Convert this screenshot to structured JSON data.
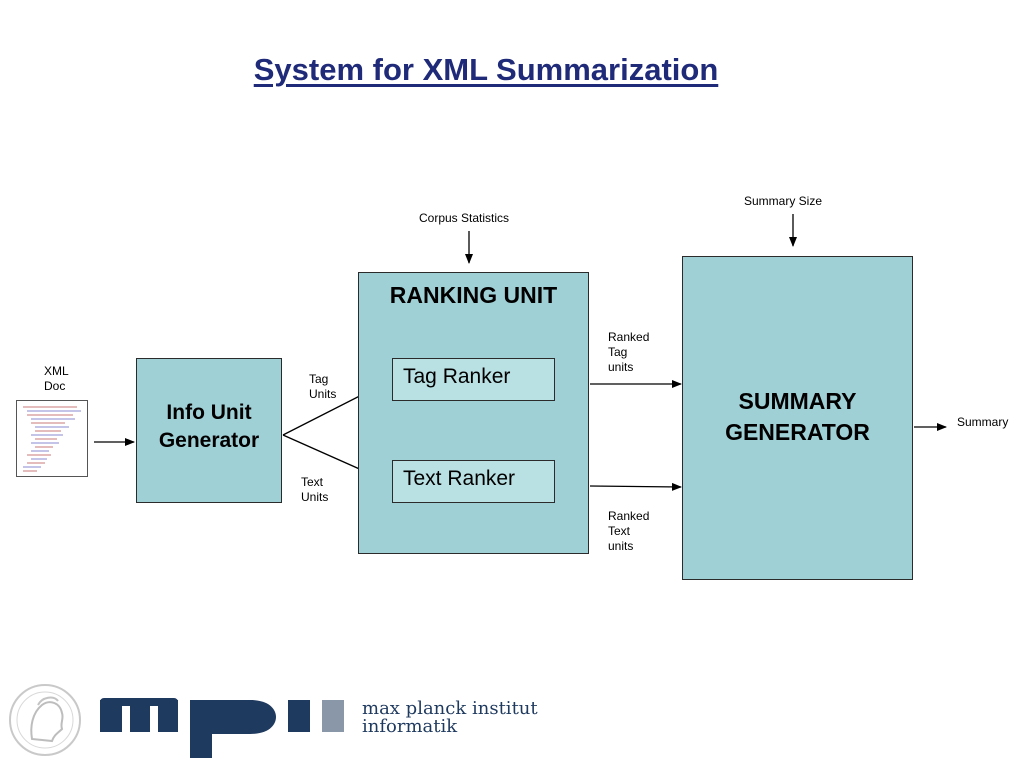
{
  "title": "System for XML Summarization",
  "inputs": {
    "xml_doc": "XML\nDoc",
    "corpus_statistics": "Corpus Statistics",
    "summary_size": "Summary Size"
  },
  "blocks": {
    "info_unit_generator": "Info Unit\nGenerator",
    "ranking_unit": "RANKING UNIT",
    "tag_ranker": "Tag Ranker",
    "text_ranker": "Text Ranker",
    "summary_generator": "SUMMARY\nGENERATOR"
  },
  "edge_labels": {
    "tag_units": "Tag\nUnits",
    "text_units": "Text\nUnits",
    "ranked_tag_units": "Ranked\nTag\nunits",
    "ranked_text_units": "Ranked\nText\nunits",
    "summary": "Summary"
  },
  "footer": {
    "logo_text": "mpi",
    "institute_line1": "max planck institut",
    "institute_line2": "informatik"
  },
  "colors": {
    "title": "#1f2a78",
    "block_fill": "#9fd0d6",
    "inner_block_fill": "#b9e0e3",
    "logo": "#1f3a5f",
    "logo_accent": "#8a97a8"
  }
}
